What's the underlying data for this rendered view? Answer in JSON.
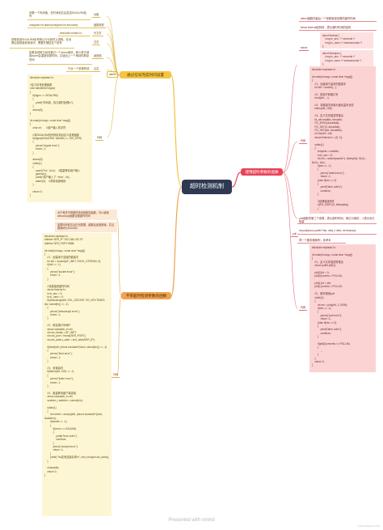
{
  "central": "超时检测机制",
  "branches": {
    "yellow": "通过信号完成时间设置",
    "red": "使用超时参数的函数",
    "orange": "不带超时检测参数的函数"
  },
  "yellow_notes": {
    "n1": "设置一个时间值，在时间到达后发送SIGALRM信号",
    "n2": "unsigned int alarm(unsigned int seconds);",
    "n3": "#include<unistd.h>",
    "n4": "进程收到SIGALRM信号默认行为是终止进程，在设置后若想做其他操作，需要先捕捉这个信号",
    "n5": "如果该进程已经设置过一个alarm闹钟，那么再次调用alarm会重新设置时间，并返回上一个闹钟的剩余时间",
    "n6": "只对一个进程有效",
    "code": "#include<myhead.h>\n\n//定义信号处理函数\nvoid handler(int signo)\n{\n    if(signo == SIGALRM)\n    {\n        printf(\"时间到，执行超时处理\\n\");\n    }\n    alarm(5);\n}\n\nint main(int argc, const char *argv[])\n{\n    char ch;      //用户输入的字符\n\n    //将SIGALRM信号绑定到自定义处理函数\n    if(signal(SIGALRM, handler) == SIG_ERR)\n    {\n        perror(\"signal error\");\n        return -1;\n    }\n\n    alarm(5);\n    while(1)\n    {\n        scanf(\"%c\", &ch);    //阻塞等待用户输入\n        getchar();\n        printf(\"用户输入了: %c\\n\", ch);\n        alarm(5);    //重新设置闹钟\n    }\n\n    return 0;\n}"
  },
  "yellow_tags": {
    "t1": "功能",
    "t2": "函数原型",
    "t3": "头文件",
    "t4": "注意",
    "t5": "返回值",
    "t6": "注意",
    "t7": "alarm",
    "t8": "代码"
  },
  "red_notes": {
    "n1": "select函数的最后一个参数就是设置的超时时间",
    "n2": "struct timeval结构体，表示超时时间的结构",
    "struct1": "struct timeval {\n    long tv_sec;  /* seconds */\n    long tv_usec; /* microseconds */\n};",
    "struct2": "struct timespec {\n    long tv_sec;  /* seconds */\n    long tv_nsec; /* nanoseconds */\n};",
    "code1": "#include<myhead.h>\n\nint main(int argc, const char *argv[])\n{\n    //1、创建用于监听的套接字\n    int sfd = socket(...);\n\n    //2、绑定IP和端口号\n    bind(sfd, ...);\n\n    //3、将套接字设置为被动监听状态\n    listen(sfd, 128);\n\n    //4、定义文件描述符集合\n    fd_set readfds, tempfds;\n    FD_ZERO(&readfds);\n    FD_SET(0, &readfds);\n    FD_SET(sfd, &readfds);\n    int maxfd = sfd;\n    struct timeval tv = {5, 0};\n\n    while(1)\n    {\n        tempfds = readfds;\n        tv.tv_sec = 5;\n        int res = select(maxfd+1, &tempfds, NULL, NULL, &tv);\n        if(res == -1)\n        {\n            perror(\"select error\");\n            return -1;\n        }else if(res == 0)\n        {\n            printf(\"time out!\\n\");\n            continue;\n        }\n\n        //处理就绪事件\n        if(FD_ISSET(0, &tempfds))\n        {\n            ...\n        }\n        if(FD_ISSET(sfd, &tempfds))\n        {\n            ...\n        }\n    }\n    close(sfd);\n    return 0;\n}",
    "n3": "poll函数的第三个参数，表示超时时间，单位为毫秒，-1表示永久阻塞",
    "n4": "int poll(struct pollfd *fds, nfds_t nfds, int timeout);",
    "n5": "同一个服务器案例，参考本",
    "code2": "#include<myhead.h>\n\nint main(int argc, const char *argv[])\n{\n    //1、定义文件描述符集合\n    struct pollfd pfd[2];\n\n    pfd[0].fd = 0;\n    pfd[0].events = POLLIN;\n\n    pfd[1].fd = sfd;\n    pfd[1].events = POLLIN;\n\n    //2、循环调用poll\n    while(1)\n    {\n        int res = poll(pfd, 2, 5000);\n        if(res == -1)\n        {\n            perror(\"poll error\");\n            return -1;\n        }else if(res == 0)\n        {\n            printf(\"time out\\n\");\n            continue;\n        }\n\n        if(pfd[0].revents == POLLIN)\n        {\n            ...\n        }\n    }\n    return 0;\n}"
  },
  "red_tags": {
    "t1": "select",
    "t2": "代码",
    "t3": "poll",
    "t4": "代码"
  },
  "orange_notes": {
    "n1": "对于有些不带超时检测参数的函数，可以使用setsockopt函数设置超时时间",
    "n2": "如果时间到达后仍无数据，函数会返回错误，并且错误码为EAGAIN",
    "code": "#include<myhead.h>\n#define SER_IP \"192.168.125.70\"\n#define SER_PORT 8888\n\nint main(int argc, const char *argv[])\n{\n    //1、创建用于连接的套接字\n    int sfd = socket(AF_INET, SOCK_STREAM, 0);\n    if(sfd == -1)\n    {\n        perror(\"socket error\");\n        return -1;\n    }\n\n    //设置接收超时时间\n    struct timeval tv;\n    tv.tv_sec = 3;\n    tv.tv_usec = 0;\n    if(setsockopt(sfd, SOL_SOCKET, SO_RCVTIMEO, &tv, sizeof(tv)) == -1)\n    {\n        perror(\"setsockopt error\");\n        return -1;\n    }\n\n    //2、绑定端口号和IP\n    struct sockaddr_in sin;\n    sin.sin_family = AF_INET;\n    sin.sin_port = htons(SER_PORT);\n    sin.sin_addr.s_addr = inet_addr(SER_IP);\n\n    if(bind(sfd, (struct sockaddr*)&sin, sizeof(sin)) == -1)\n    {\n        perror(\"bind error\");\n        return -1;\n    }\n\n    //3、设置监听\n    if(listen(sfd, 128) == -1)\n    {\n        perror(\"listen error\");\n        return -1;\n    }\n\n    //4、阻塞等待客户端连接\n    struct sockaddr_in cin;\n    socklen_t addrlen = sizeof(cin);\n\n    while(1)\n    {\n        int newfd = accept(sfd, (struct sockaddr*)&cin, &addrlen);\n        if(newfd == -1)\n        {\n            if(errno == EAGAIN)\n            {\n                printf(\"time out\\n\");\n                continue;\n            }\n            perror(\"accept error\");\n            return -1;\n        }\n        printf(\"%s发来连接请求\\n\", inet_ntoa(cin.sin_addr));\n    }\n\n    close(sfd);\n    return 0;\n}"
  },
  "orange_tags": {
    "t1": "代码"
  },
  "footer": "Presented with xmind",
  "credit": "CSDN @Stars-mhhk"
}
